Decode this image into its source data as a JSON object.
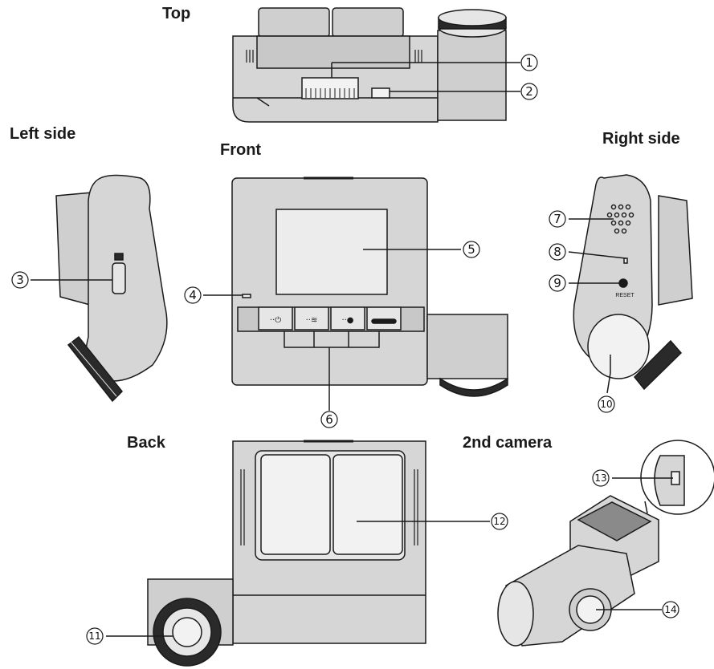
{
  "views": {
    "top": "Top",
    "left_side": "Left side",
    "front": "Front",
    "right_side": "Right side",
    "back": "Back",
    "second_camera": "2nd camera"
  },
  "labels": {
    "reset": "RESET"
  },
  "callouts": [
    "1",
    "2",
    "3",
    "4",
    "5",
    "6",
    "7",
    "8",
    "9",
    "10",
    "11",
    "12",
    "13",
    "14"
  ],
  "colors": {
    "body_fill": "#d6d6d6",
    "dark_fill": "#bfbfbf",
    "light_fill": "#e6e6e6",
    "screen_fill": "#ececec",
    "line": "#1a1a1a",
    "knurl": "#2a2a2a"
  }
}
